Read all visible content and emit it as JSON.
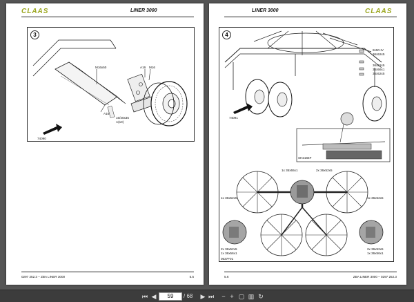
{
  "left_page": {
    "brand": "CLAAS",
    "title": "LINER 3000",
    "figure_number": "3",
    "labels": [
      "M16x50",
      "A16",
      "M16",
      "A16",
      "16/40x35",
      "A(10)",
      "74090"
    ],
    "footer_left": "0297 252.3 – ZBA LINER 3000",
    "footer_right": "5.5"
  },
  "right_page": {
    "brand": "CLAAS",
    "title": "LINER 3000",
    "figure_number": "4",
    "labels": [
      "8x50-IV",
      "36x52x5",
      "36x52x5",
      "36x56x1",
      "36x52x5",
      "74091",
      "SH2165F"
    ],
    "rotor_labels": {
      "top_left": "1x 35x55x1",
      "top_right": "2x 36x52x5",
      "mid_left": "1x 36x52x5",
      "mid_right": "1x 36x52x5",
      "bottom_left_1": "2x 36x52x5",
      "bottom_left_2": "1x 36x56x1",
      "bottom_right_1": "2x 36x52x5",
      "bottom_right_2": "1x 36x56x1",
      "code": "0537F01"
    },
    "footer_left": "5.6",
    "footer_right": "ZBA LINER 3000 – 0297 252.3"
  },
  "toolbar": {
    "current_page": "59",
    "total_pages": "/ 68",
    "first_icon": "first-page-icon",
    "prev_icon": "prev-page-icon",
    "next_icon": "next-page-icon",
    "last_icon": "last-page-icon"
  }
}
